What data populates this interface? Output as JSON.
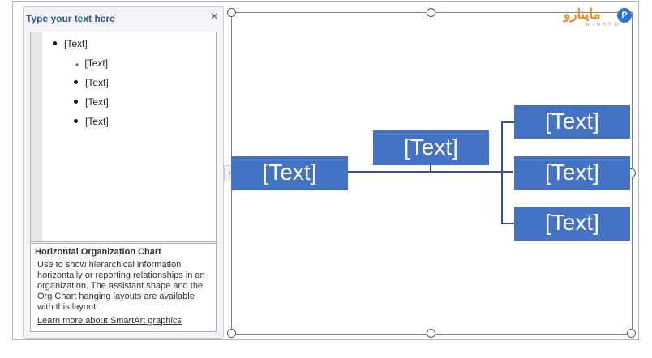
{
  "text_pane": {
    "title": "Type your text here",
    "close_icon": "×",
    "items": [
      {
        "level": "top",
        "text": "[Text]"
      },
      {
        "level": "assistant",
        "text": "[Text]"
      },
      {
        "level": "child",
        "text": "[Text]"
      },
      {
        "level": "child",
        "text": "[Text]"
      },
      {
        "level": "child",
        "text": "[Text]"
      }
    ],
    "description": {
      "title": "Horizontal Organization Chart",
      "body": "Use to show hierarchical information horizontally or reporting relationships in an organization. The assistant shape and the Org Chart hanging layouts are available with this layout.",
      "link": "Learn more about SmartArt graphics"
    },
    "collapse_glyph": "›"
  },
  "chart": {
    "root": "[Text]",
    "assistant": "[Text]",
    "children": [
      "[Text]",
      "[Text]",
      "[Text]"
    ],
    "box_color": "#4472c4",
    "line_color": "#2e5592"
  },
  "logo": {
    "text": "ماینارو",
    "sub": "MINARO",
    "icon": "P"
  }
}
